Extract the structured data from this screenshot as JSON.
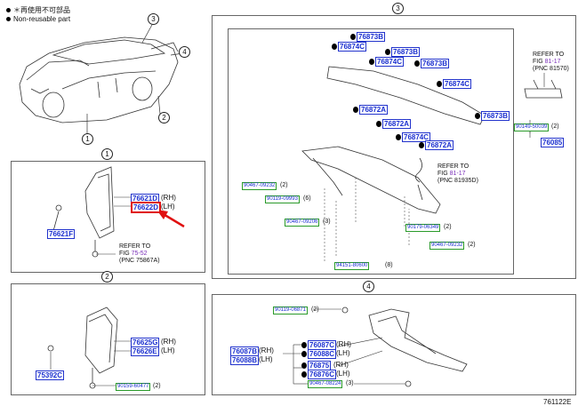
{
  "legend": {
    "line1": "＊再使用不可部品",
    "line2": "Non-reusable part"
  },
  "sections": {
    "s1": "1",
    "s2": "2",
    "s3": "3",
    "s4": "4"
  },
  "overview": {
    "callout1": "1",
    "callout2": "2",
    "callout3": "3",
    "callout4": "4"
  },
  "panel1": {
    "p1": "76621D",
    "p1_side": "(RH)",
    "p2": "76622D",
    "p2_side": "(LH)",
    "p3": "76621F",
    "ref_line1": "REFER TO",
    "ref_fig_prefix": "FIG ",
    "ref_fig": "75-52",
    "ref_pnc": "(PNC 75867A)"
  },
  "panel2": {
    "p1": "76625G",
    "p1_side": "(RH)",
    "p2": "76626E",
    "p2_side": "(LH)",
    "p3": "75392C",
    "g1": "90159-60477",
    "g1_qty": "(2)"
  },
  "panel3": {
    "p1": "76873B",
    "p2": "76874C",
    "p3": "76873B",
    "p4": "76874C",
    "p5": "76873B",
    "p6": "76874C",
    "p7": "76872A",
    "p8": "76872A",
    "p9": "76873B",
    "p10": "76874C",
    "p11": "76872A",
    "p12": "76085",
    "g1": "90149-50039",
    "g1_qty": "(2)",
    "g2": "90467-09232",
    "g2_qty": "(2)",
    "g3": "90119-09993",
    "g3_qty": "(6)",
    "g4": "90467-09206",
    "g4_qty": "(3)",
    "g5": "90179-06349",
    "g5_qty": "(2)",
    "g6": "90467-09232",
    "g6_qty": "(2)",
    "g7": "94151-80600",
    "g7_qty": "(8)",
    "ref1_line1": "REFER TO",
    "ref1_fig_prefix": "FIG ",
    "ref1_fig": "81-17",
    "ref1_pnc": "(PNC 81570)",
    "ref2_line1": "REFER TO",
    "ref2_fig_prefix": "FIG ",
    "ref2_fig": "81-17",
    "ref2_pnc": "(PNC 81935D)"
  },
  "panel4": {
    "g1": "90119-06871",
    "g1_qty": "(2)",
    "p1": "76087B",
    "p1_side": "(RH)",
    "p2": "76088B",
    "p2_side": "(LH)",
    "p3": "76087C",
    "p3_side": "(RH)",
    "p4": "76088C",
    "p4_side": "(LH)",
    "p5": "76875",
    "p5_side": "(RH)",
    "p6": "76876C",
    "p6_side": "(LH)",
    "g2": "90467-08224",
    "g2_qty": "(3)"
  },
  "figure_code": "761122E",
  "colors": {
    "part_border": "#2233cc",
    "part_text": "#1a2fd0",
    "gov_border": "#2a9a2a",
    "highlight": "#e01010",
    "ref_fig": "#7a2fb8"
  }
}
